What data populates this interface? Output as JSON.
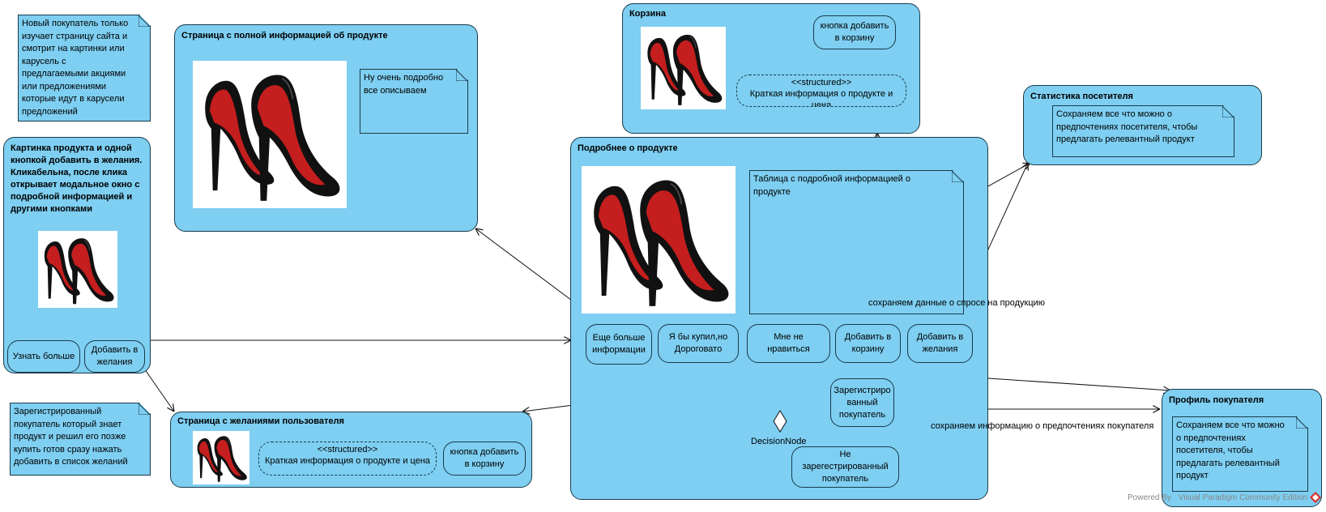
{
  "notes": {
    "new_buyer": [
      "Новый покупатель только",
      "изучает страницу сайта и",
      "смотрит на картинки или",
      "карусель с",
      "предлагаемыми акциями",
      "или предложениями",
      "которые идут в карусели",
      "предложений"
    ],
    "registered_buyer": [
      "Зарегистрированный",
      "покупатель который знает",
      "продукт и решил его позже",
      "купить готов сразу нажать",
      "добавить в список желаний"
    ],
    "describe": [
      "Ну очень подробно",
      "все описываем"
    ],
    "table": [
      "Таблица с подробной информацией о",
      "продукте"
    ],
    "stats": [
      "Сохраняем все что можно о",
      "предпочтениях посетителя, чтобы",
      "предлагать релевантный продукт"
    ],
    "profile": [
      "Сохраняем все что можно",
      "о предпочтениях",
      "посетителя, чтобы",
      "предлагать релевантный",
      "продукт"
    ]
  },
  "card": {
    "title": [
      "Картинка продукта и одной",
      "кнопкой добавить в желания.",
      "Кликабельна, после клика",
      "открывает модальное окно с",
      "подробной информацией и",
      "другими кнопками"
    ],
    "learn_more": "Узнать больше",
    "add_wish": [
      "Добавить в",
      "желания"
    ]
  },
  "full_info": {
    "title": "Страница с полной информацией об продукте"
  },
  "cart": {
    "title": "Корзина",
    "add_button": [
      "кнопка добавить",
      "в корзину"
    ],
    "structured_stereo": "<<structured>>",
    "structured_text": [
      "Краткая информация о продукте  и",
      "цена"
    ]
  },
  "details": {
    "title": "Подробнее о продукте",
    "more_info": [
      "Еще больше",
      "информации"
    ],
    "expensive": [
      "Я бы купил,но",
      "Дороговато"
    ],
    "dislike": [
      "Мне не",
      "нравиться"
    ],
    "add_cart": [
      "Добавить в",
      "корзину"
    ],
    "add_wish": [
      "Добавить в",
      "желания"
    ],
    "registered": [
      "Зарегистриро",
      "ванный",
      "покупатель"
    ],
    "unregistered": [
      "Не",
      "зарегестрированный",
      "покупатель"
    ],
    "decision": "DecisionNode"
  },
  "stats": {
    "title": "Статистика посетителя"
  },
  "wishlist": {
    "title": "Страница с желаниями пользователя",
    "structured_stereo": "<<structured>>",
    "structured_text": "Краткая информация о продукте  и цена",
    "add_button": [
      "кнопка добавить",
      "в корзину"
    ]
  },
  "profile": {
    "title": "Профиль покупателя"
  },
  "edges": {
    "demand": "сохраняем данные о спросе на продукцию",
    "prefs": "сохраняем информацию о предпочтениях покупателя"
  },
  "footer": {
    "powered": "Powered By",
    "edition": "Visual Paradigm Community Edition"
  },
  "colors": {
    "box_fill": "#7ecff2",
    "stroke": "#1a3a4a",
    "sole_red": "#c41e1e",
    "shoe_black": "#111111"
  }
}
